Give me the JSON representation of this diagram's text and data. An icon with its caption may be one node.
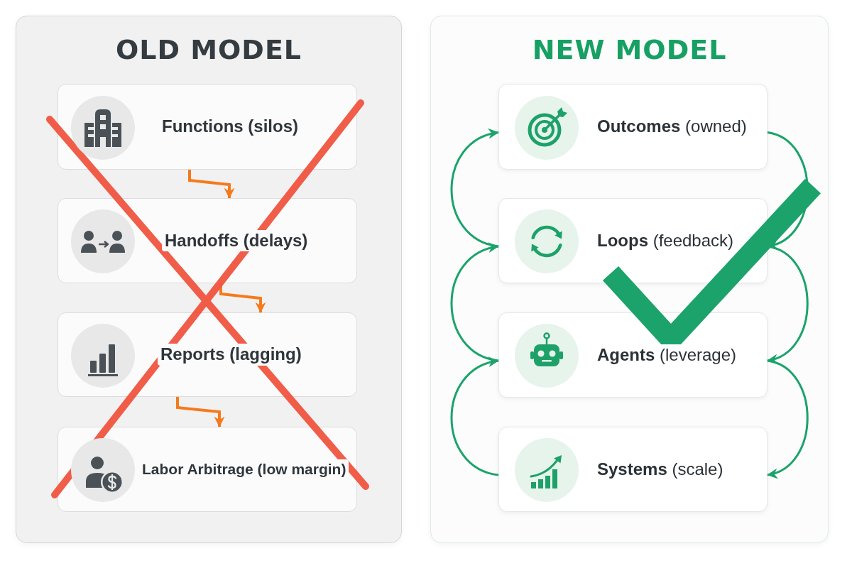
{
  "diagram": {
    "nodes": [
      {
        "text": [
          "OLD MODEL"
        ]
      },
      {
        "text": [
          "Functions (silos)"
        ],
        "in": 0
      },
      {
        "text": [
          "Handoffs (delays)"
        ],
        "in": 0
      },
      {
        "text": [
          "Reports (lagging)"
        ],
        "in": 0
      },
      {
        "text": [
          "Labor Arbitrage (low margin)"
        ],
        "in": 0
      },
      {
        "text": [
          "NEW MODEL"
        ]
      },
      {
        "text": [
          "**Outcomes** (owned)"
        ],
        "in": 5
      },
      {
        "text": [
          "**Loops** (feedback)"
        ],
        "in": 5
      },
      {
        "text": [
          "**Agents** (leverage)"
        ],
        "in": 5
      },
      {
        "text": [
          "**Systems** (scale)"
        ],
        "in": 5
      }
    ],
    "edges": [
      {
        "from": 1,
        "to": 2,
        "arrow": "to",
        "color": "#f57a1d"
      },
      {
        "from": 2,
        "to": 3,
        "arrow": "to",
        "color": "#f57a1d"
      },
      {
        "from": 3,
        "to": 4,
        "arrow": "to",
        "color": "#f57a1d"
      },
      {
        "from": 6,
        "to": 7,
        "arrow": "to"
      },
      {
        "from": 7,
        "to": 8,
        "arrow": "to"
      },
      {
        "from": 8,
        "to": 9,
        "arrow": "to"
      },
      {
        "from": 9,
        "to": 8,
        "arrow": "to"
      },
      {
        "from": 8,
        "to": 7,
        "arrow": "to"
      },
      {
        "from": 7,
        "to": 6,
        "arrow": "to"
      }
    ]
  }
}
